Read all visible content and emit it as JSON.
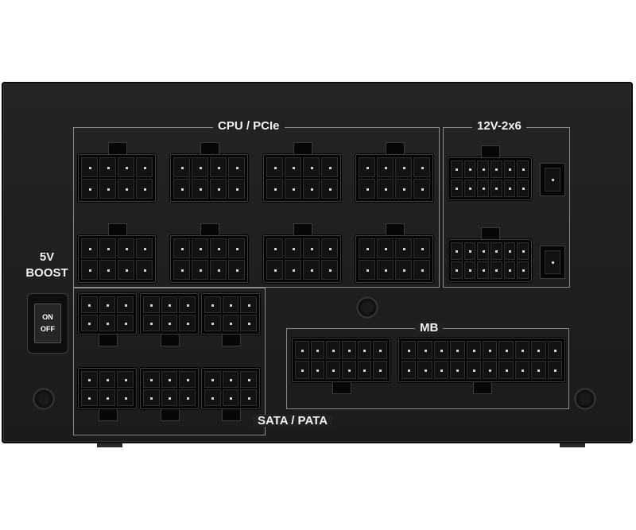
{
  "boost_label_line1": "5V",
  "boost_label_line2": "BOOST",
  "switch": {
    "on_label": "ON",
    "off_label": "OFF"
  },
  "groups": {
    "cpu_pcie": "CPU / PCIe",
    "v12_2x6": "12V-2x6",
    "mb": "MB",
    "sata_pata": "SATA / PATA"
  },
  "colors": {
    "panel": "#1f1f1f",
    "connector": "#050505",
    "label": "#f2f2f2",
    "outline": "#8a8a8a"
  }
}
